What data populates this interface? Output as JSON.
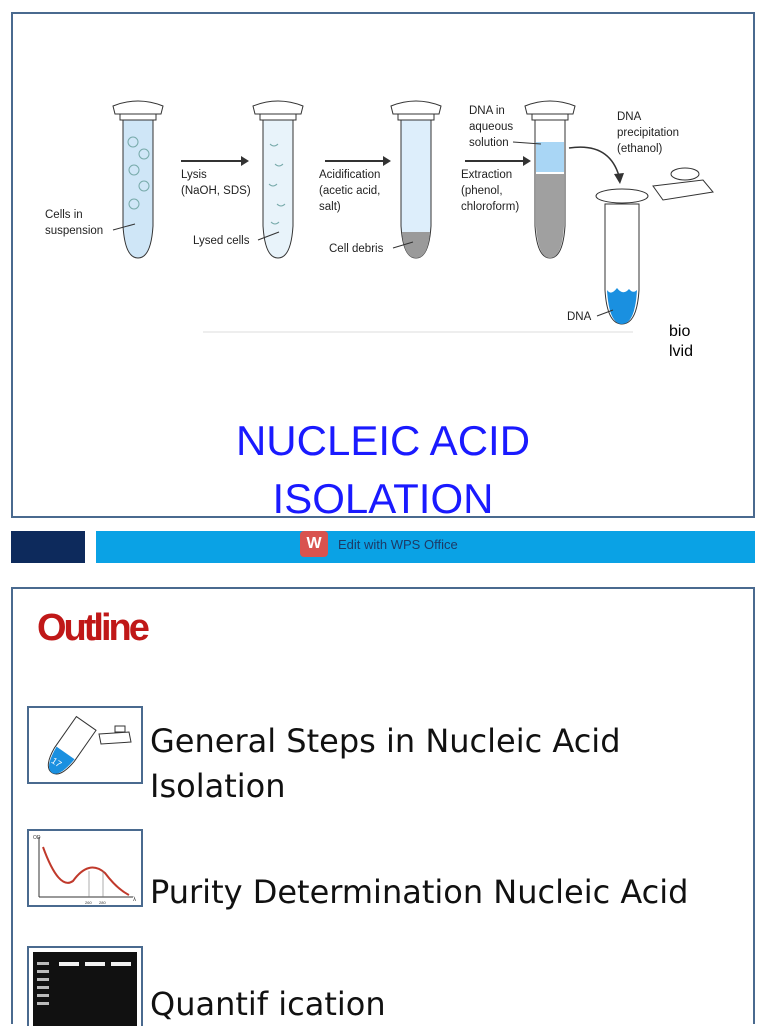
{
  "slide1": {
    "diagram": {
      "labels": {
        "cells": "Cells in suspension",
        "lysis": "Lysis (NaOH, SDS)",
        "lysed": "Lysed cells",
        "acidification": "Acidification (acetic acid, salt)",
        "debris": "Cell debris",
        "dna_aqueous": "DNA in aqueous solution",
        "extraction": "Extraction (phenol, chloroform)",
        "precipitation": "DNA precipitation (ethanol)",
        "dna": "DNA"
      }
    },
    "credit": "biolvid",
    "title_line1": "NUCLEIC ACID",
    "title_line2": "ISOLATION"
  },
  "banner": {
    "wps_label": "Edit with WPS Office",
    "wps_logo": "W"
  },
  "slide2": {
    "heading": "Outline",
    "items": [
      {
        "text_line1": "General Steps in Nucleic Acid",
        "text_line2": "Isolation",
        "icon": "tube-icon"
      },
      {
        "text_line1": "Purity Determination Nucleic Acid",
        "icon": "spectrum-graph-icon"
      },
      {
        "text_line1": "Quantif ication",
        "icon": "gel-electrophoresis-icon"
      }
    ]
  }
}
